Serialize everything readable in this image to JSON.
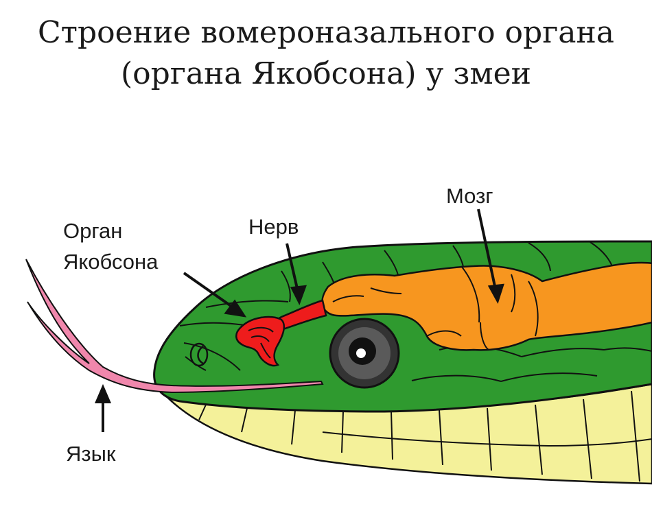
{
  "title": {
    "line1": "Строение вомероназального органа",
    "line2": "(органа Якобсона) у змеи"
  },
  "labels": {
    "organ_line1": "Орган",
    "organ_line2": "Якобсона",
    "nerve": "Нерв",
    "brain": "Мозг",
    "tongue": "Язык"
  },
  "colors": {
    "skin": "#2f9a2f",
    "belly": "#f4f19a",
    "brain": "#f7961f",
    "organ": "#ee1c1c",
    "tongue": "#f087ac",
    "outline": "#111111"
  }
}
